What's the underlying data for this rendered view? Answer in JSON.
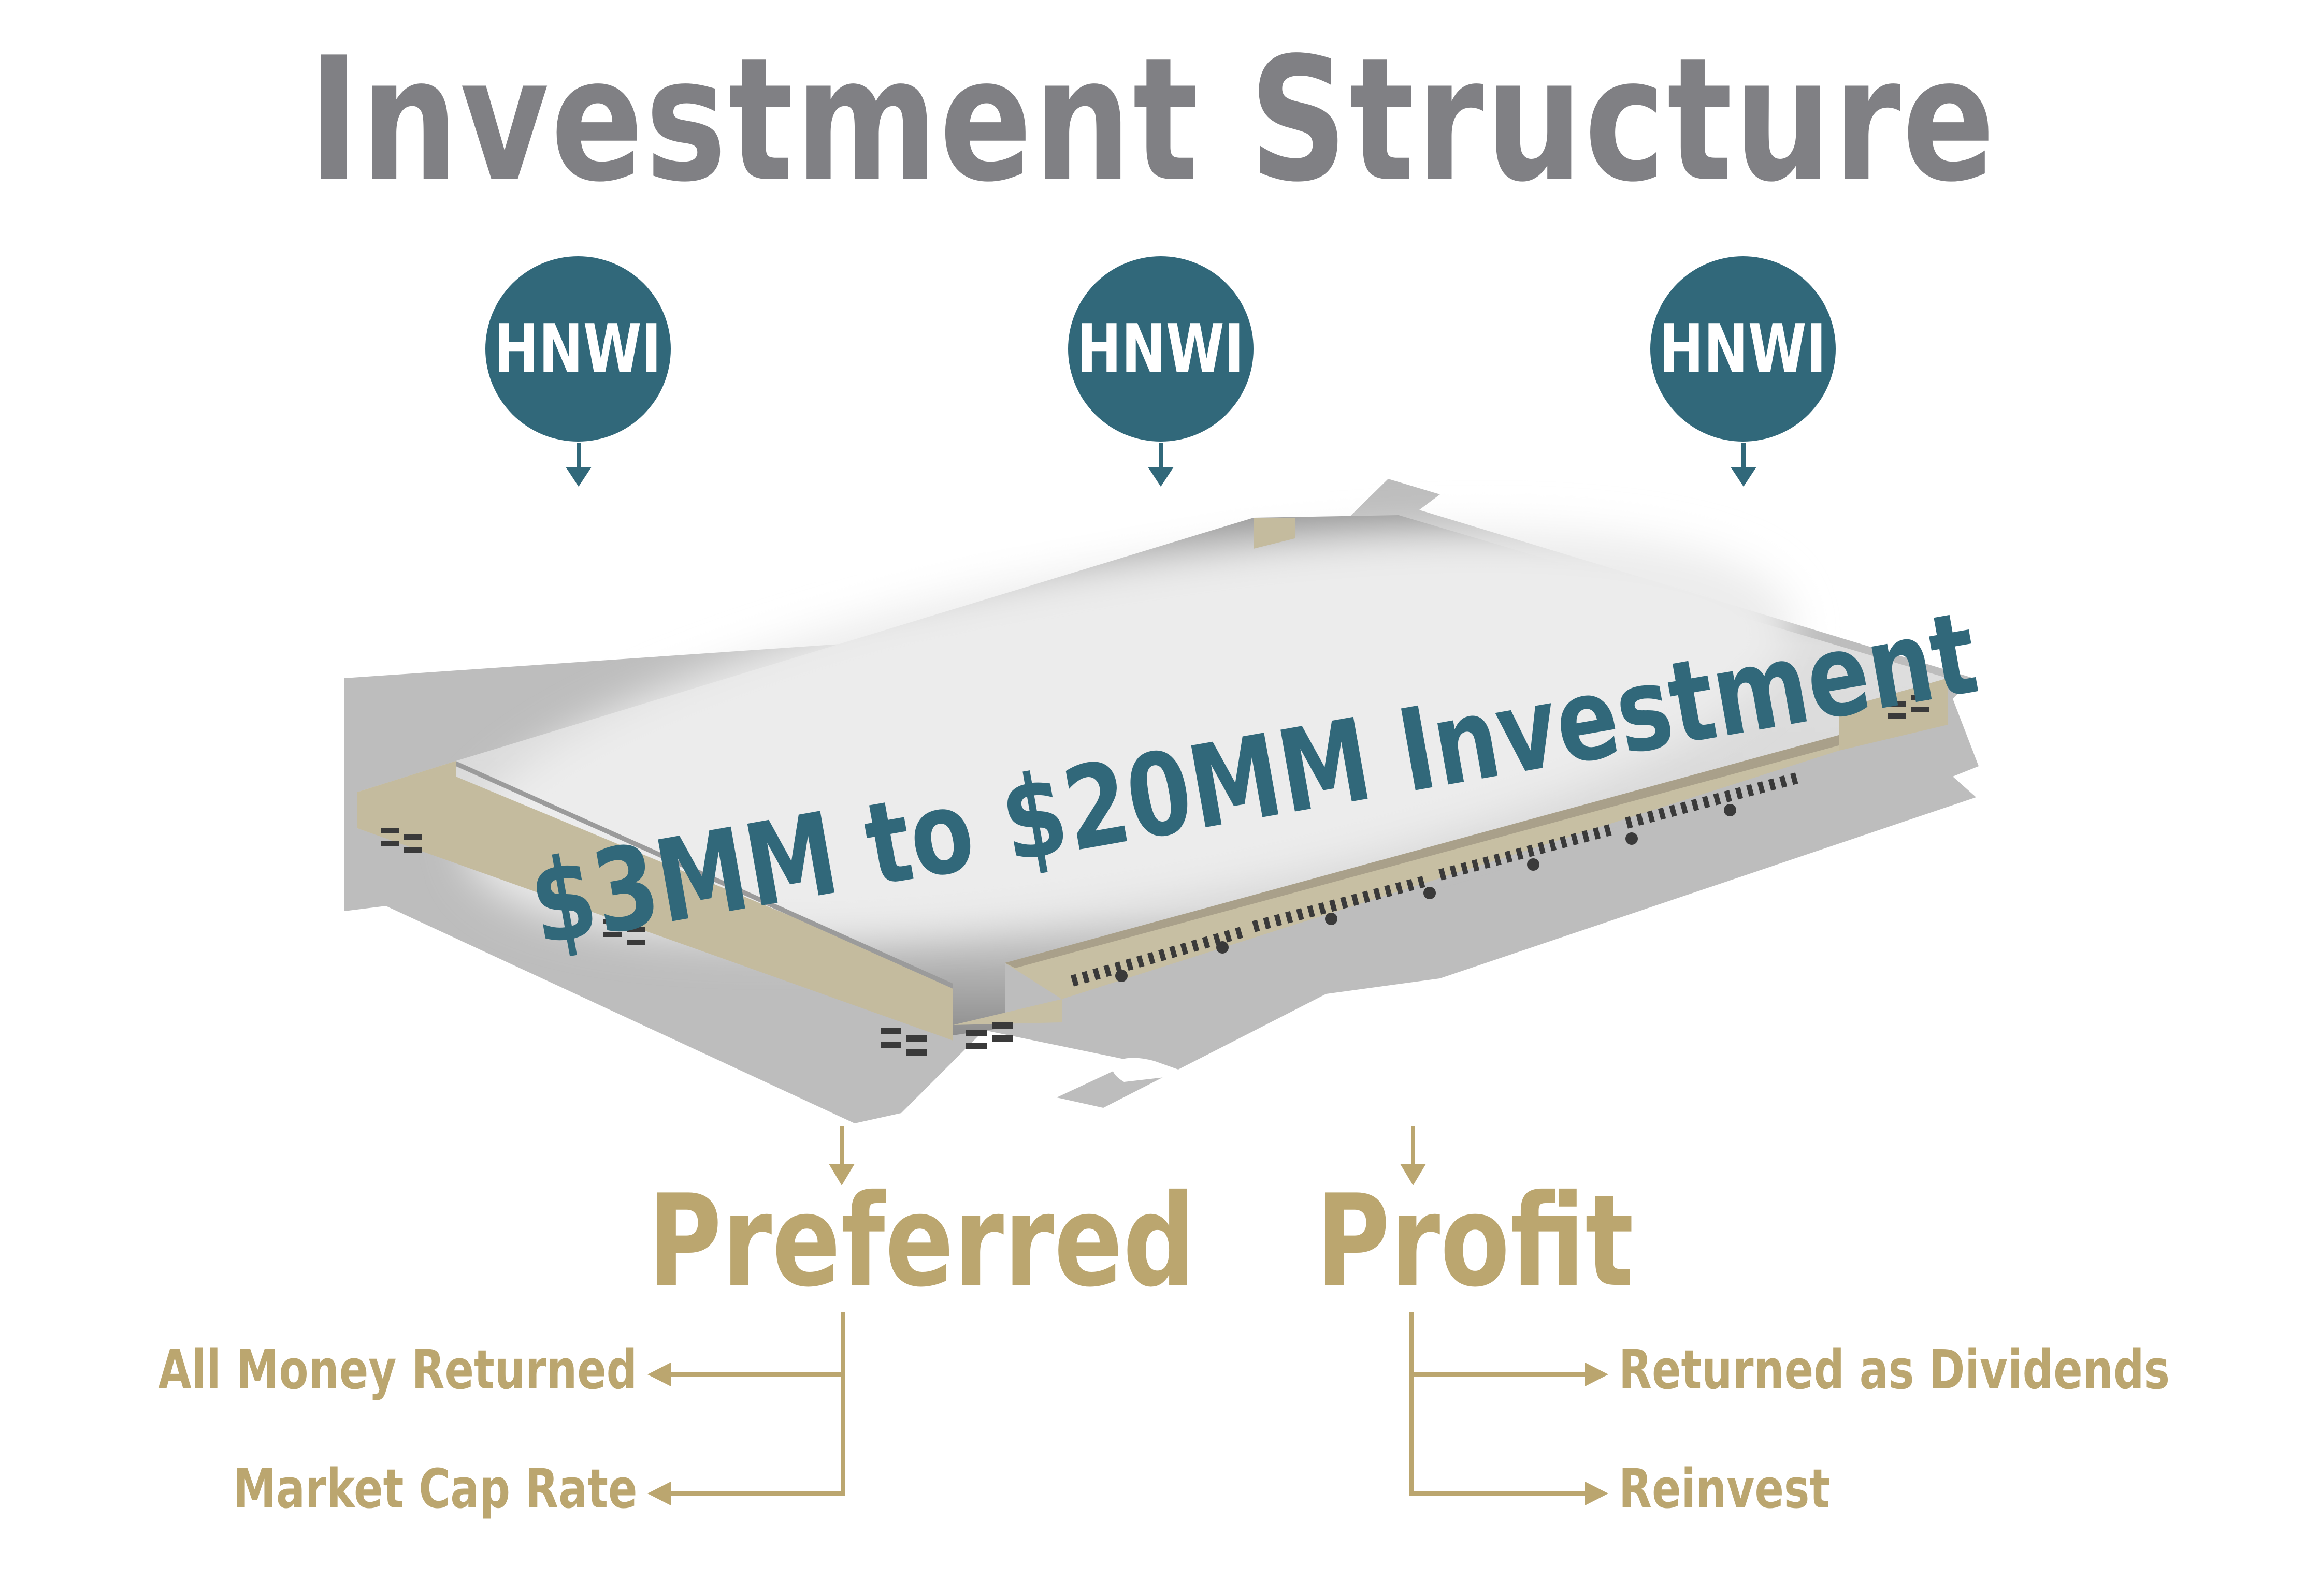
{
  "title": "Investment Structure",
  "investors": [
    {
      "label": "HNWI"
    },
    {
      "label": "HNWI"
    },
    {
      "label": "HNWI"
    }
  ],
  "investment_label": "$3MM to $20MM Investment",
  "branches": {
    "preferred": {
      "label": "Preferred",
      "outcomes": [
        "All Money Returned",
        "Market Cap Rate"
      ]
    },
    "profit": {
      "label": "Profit",
      "outcomes": [
        "Returned as Dividends",
        "Reinvest"
      ]
    }
  },
  "colors": {
    "teal": "#31687a",
    "gold": "#bba66f",
    "gray": "#808084"
  }
}
